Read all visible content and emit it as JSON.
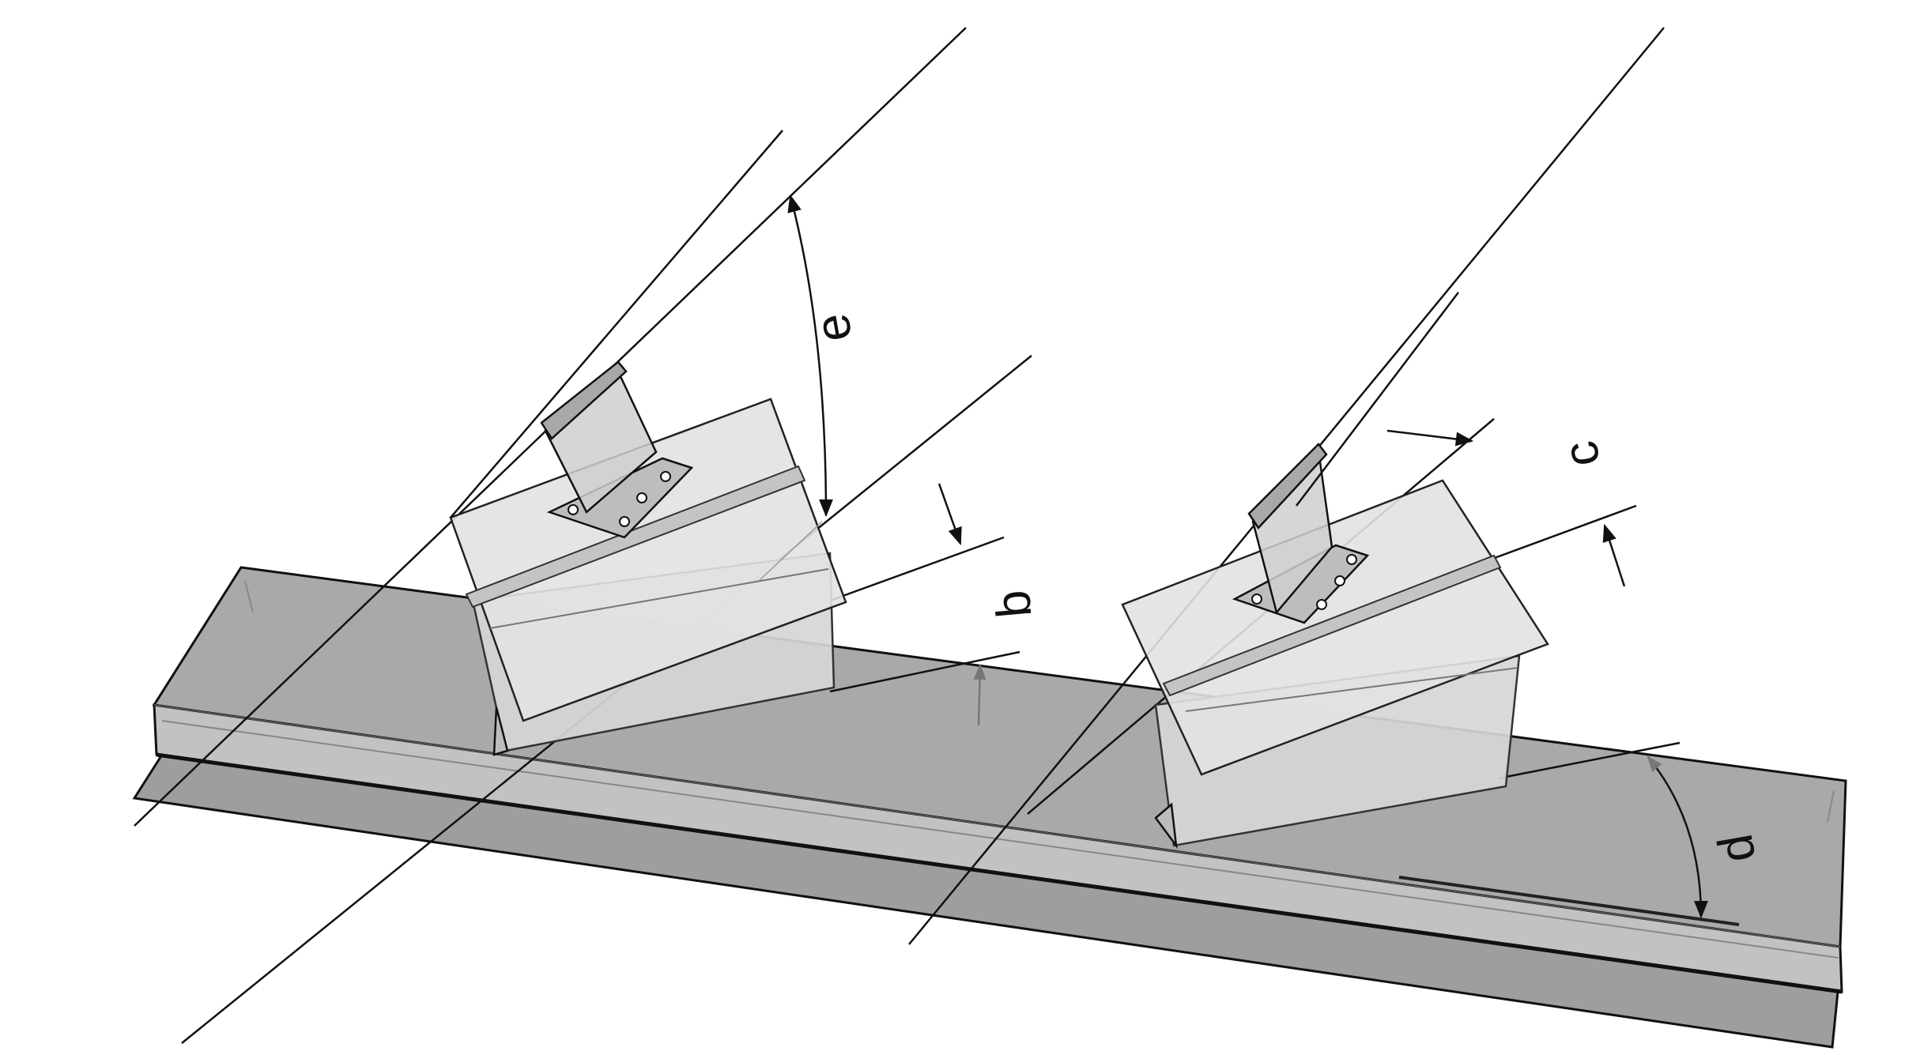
{
  "diagram": {
    "labels": {
      "e": "e",
      "b": "b",
      "c": "c",
      "d": "d"
    },
    "colors": {
      "background": "#ffffff",
      "line": "#1a1a1a",
      "rail_top": "#a7a7a7",
      "rail_front": "#bdbdbd",
      "rail_flange": "#9a9a9a",
      "bracket_face": "#dcdcdc",
      "bracket_side": "#c8c8c8",
      "clamp": "#b9b9b9"
    }
  }
}
